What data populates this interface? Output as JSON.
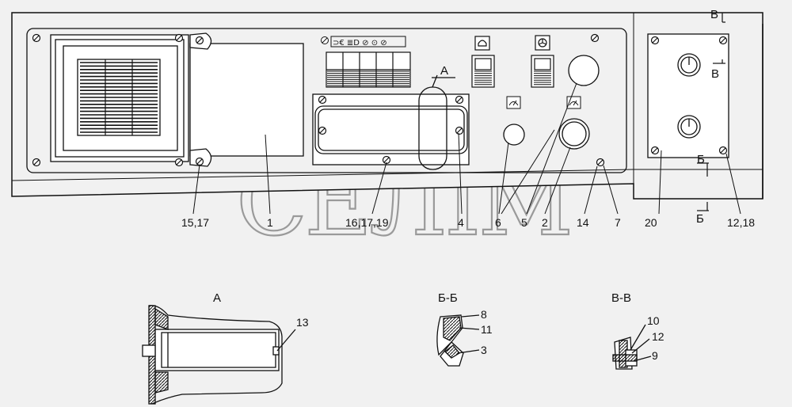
{
  "watermark": "СЕЛІМ",
  "callouts": {
    "c15_17": "15,17",
    "c1": "1",
    "c16_17_19": "16,17,19",
    "c4": "4",
    "c6": "6",
    "c5": "5",
    "c2": "2",
    "c14": "14",
    "c7": "7",
    "c20": "20",
    "c12_18": "12,18"
  },
  "section_marks": {
    "A_top": "А",
    "V_top": "В",
    "V_mid": "В",
    "B_upper": "Б",
    "B_lower": "Б"
  },
  "details": {
    "A": {
      "title": "А",
      "parts": [
        "13"
      ]
    },
    "BB": {
      "title": "Б-Б",
      "parts": [
        "8",
        "11",
        "3"
      ]
    },
    "VV": {
      "title": "В-В",
      "parts": [
        "10",
        "12",
        "9"
      ]
    }
  },
  "colors": {
    "line": "#111111",
    "background": "#f1f1f1",
    "watermark": "#9a9a9a"
  }
}
